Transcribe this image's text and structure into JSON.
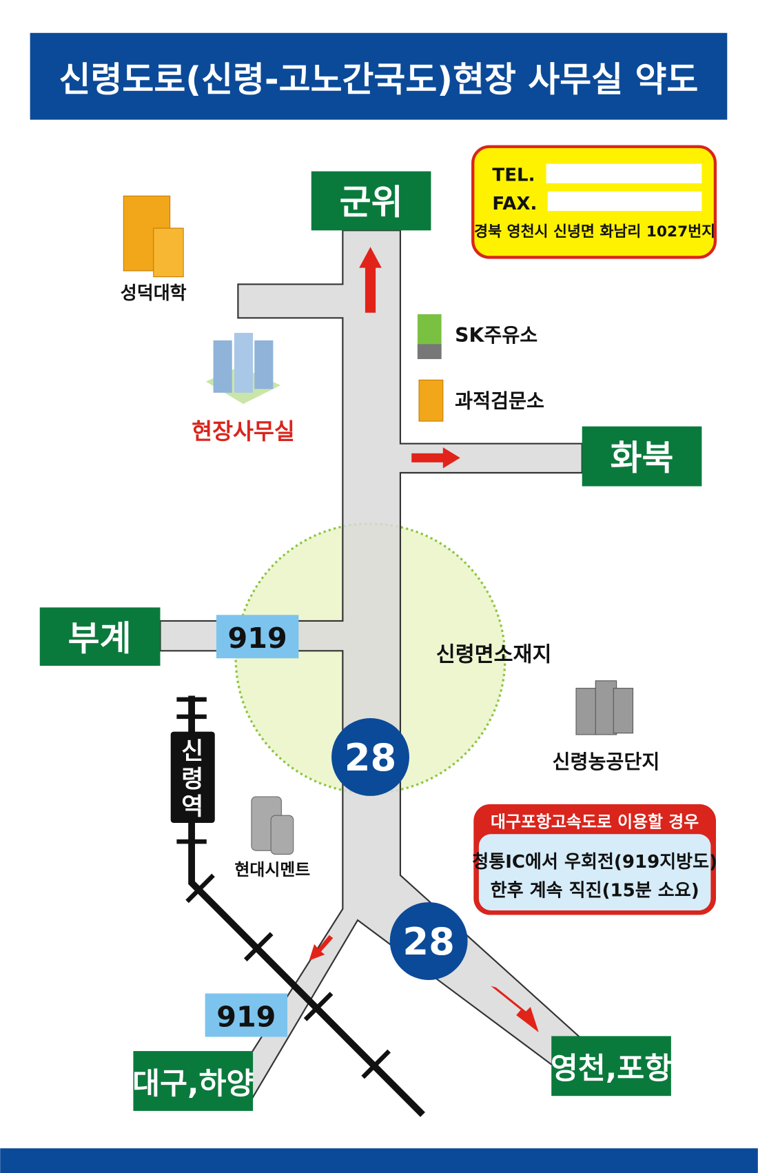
{
  "title": "신령도로(신령-고노간국도)현장 사무실 약도",
  "contact": {
    "tel_label": "TEL.",
    "fax_label": "FAX.",
    "address": "경북 영천시 신녕면 화남리 1027번지"
  },
  "destinations": {
    "north": "군위",
    "east": "화북",
    "west": "부계",
    "southwest": "대구,하양",
    "southeast": "영천,포항"
  },
  "route_labels": {
    "road919_a": "919",
    "road919_b": "919",
    "road28_a": "28",
    "road28_b": "28"
  },
  "landmarks": {
    "university": "성덕대학",
    "office": "현장사무실",
    "gas_station": "SK주유소",
    "weigh_station": "과적검문소",
    "township": "신령면소재지",
    "industrial": "신령농공단지",
    "cement": "현대시멘트",
    "station": [
      "신",
      "령",
      "역"
    ]
  },
  "highway_note": {
    "title": "대구포항고속도로 이용할 경우",
    "line1": "청통IC에서 우회전(919지방도)",
    "line2": "한후 계속 직진(15분 소요)"
  },
  "colors": {
    "header": "#0b4a98",
    "green": "#0a7a3c",
    "road": "#d9d9d9",
    "arrow": "#e2231a",
    "route_badge": "#0b4a98",
    "label919": "#7cc4ee"
  }
}
